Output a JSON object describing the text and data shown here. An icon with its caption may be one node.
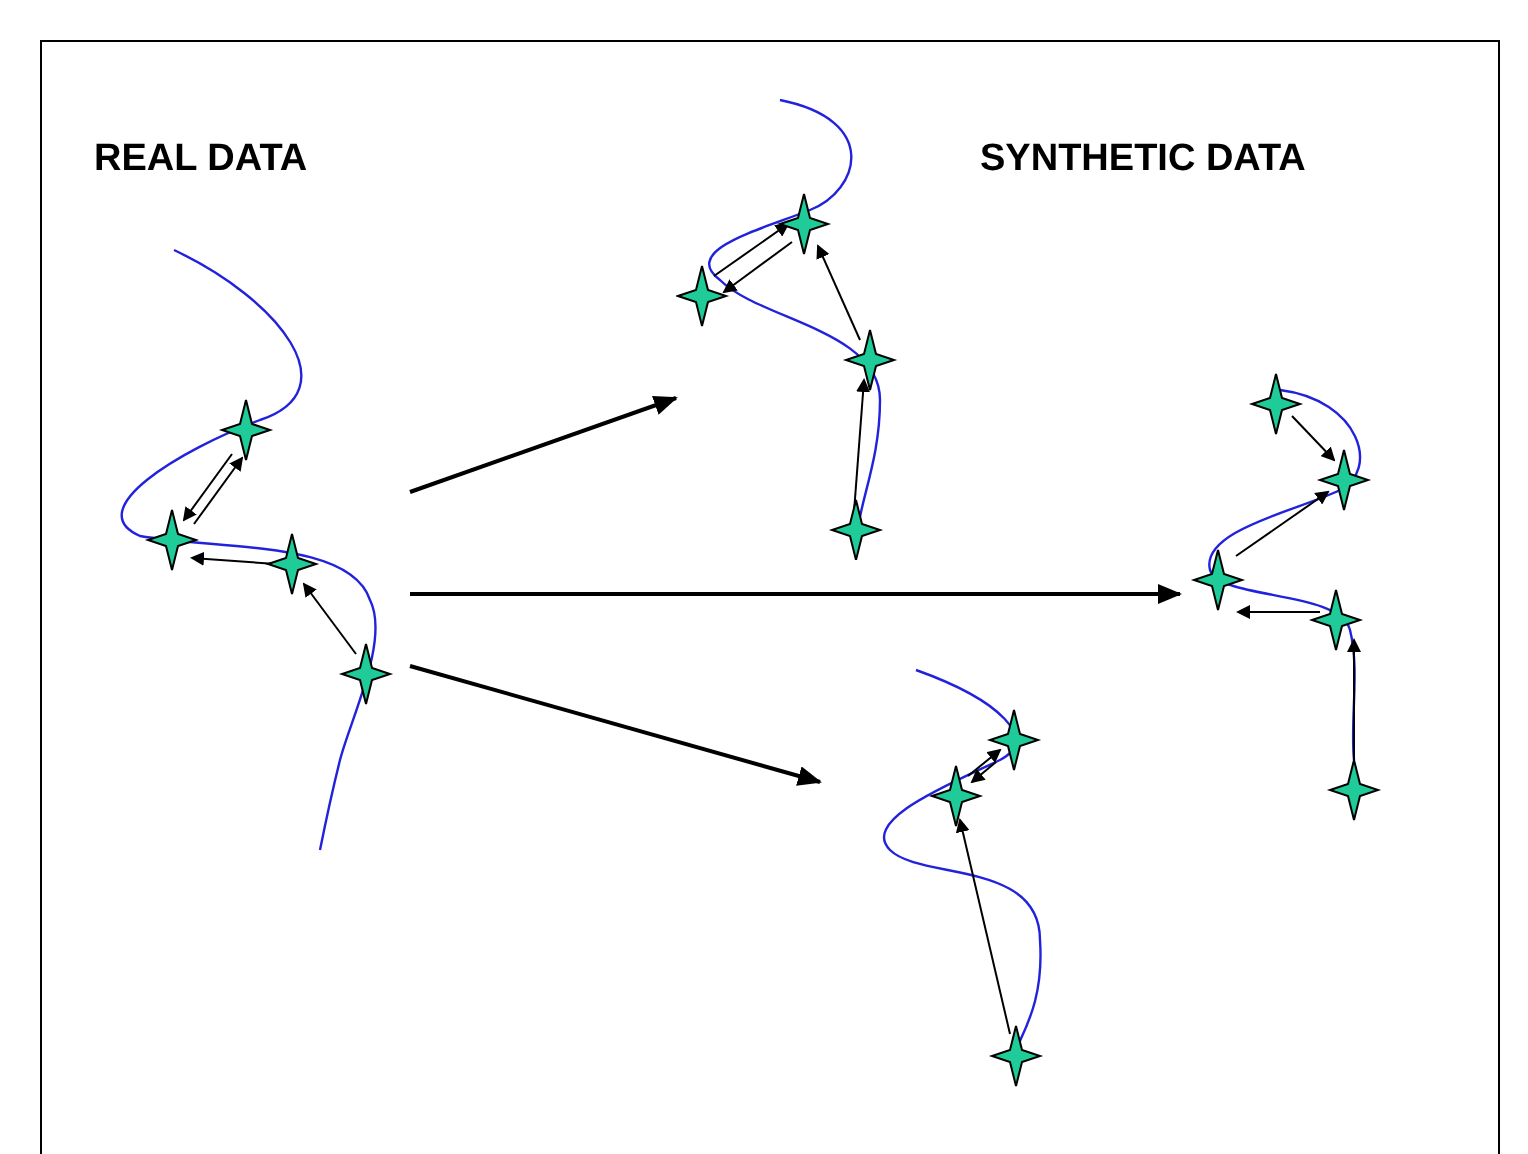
{
  "diagram": {
    "nodes": [
      {
        "text": [],
        "shape": "curve"
      },
      {
        "text": [],
        "shape": "curve"
      },
      {
        "text": [],
        "shape": "curve"
      },
      {
        "text": [],
        "shape": "curve"
      }
    ],
    "edges": [
      {
        "from": 0,
        "to": 1,
        "arrow": "to"
      },
      {
        "from": 0,
        "to": 2,
        "arrow": "to"
      },
      {
        "from": 0,
        "to": 3,
        "arrow": "to"
      }
    ],
    "labels": [
      "REAL DATA",
      "SYNTHETIC DATA"
    ]
  }
}
